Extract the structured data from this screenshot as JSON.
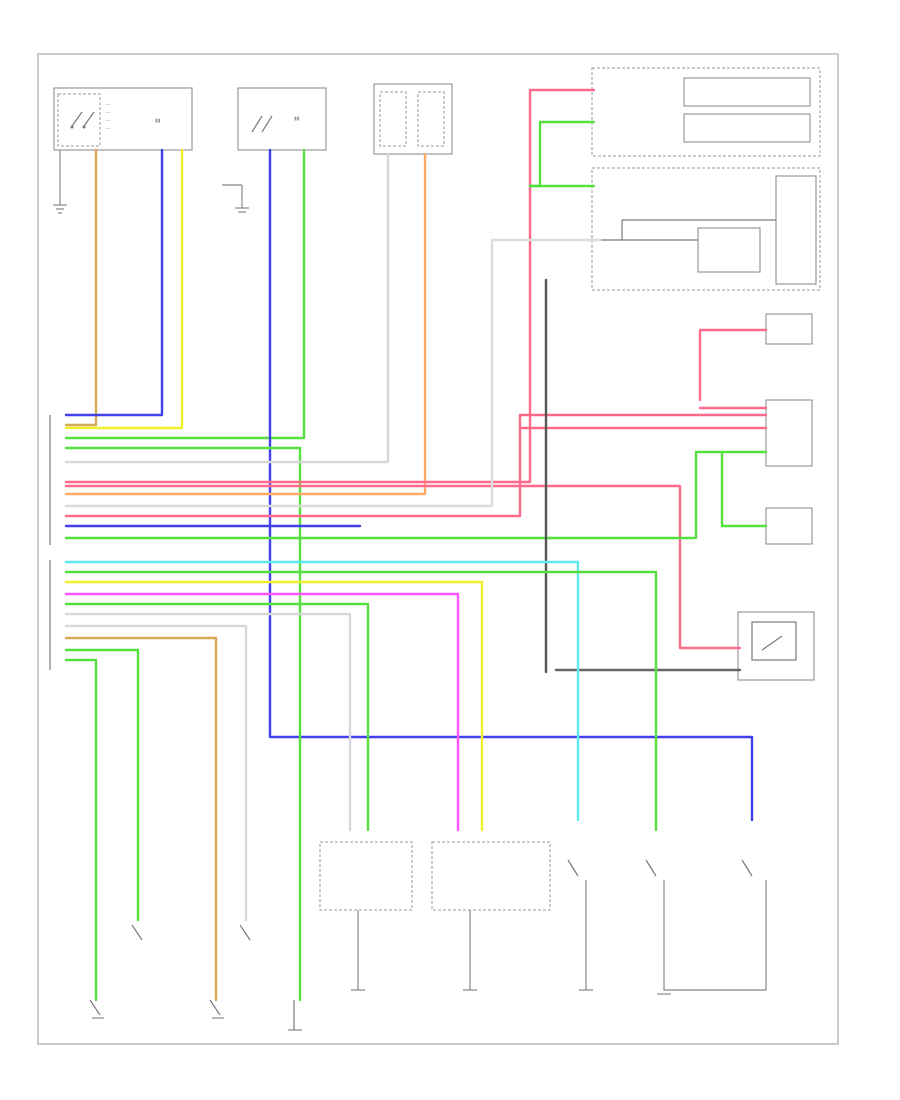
{
  "diagram": {
    "footer_code": "",
    "colors": {
      "red": "#ff6a8a",
      "green": "#55e040",
      "blue": "#4040ee",
      "yellow": "#f2f02a",
      "orange": "#ffaa66",
      "tan": "#d6aa55",
      "cyan": "#5ee8f0",
      "magenta": "#ff55ff",
      "white": "#cfcfcf",
      "gray": "#a0a0a0",
      "black": "#555555"
    },
    "components": [
      {
        "id": "driver-door-lock-switch",
        "text": ""
      },
      {
        "id": "passenger-door-lock-switch",
        "text": ""
      },
      {
        "id": "keyless-receiver",
        "text": ""
      },
      {
        "id": "door-lock-actuators",
        "text": ""
      },
      {
        "id": "body-control-module",
        "text": ""
      },
      {
        "id": "security-indicator",
        "text": ""
      },
      {
        "id": "hood-switch",
        "text": ""
      },
      {
        "id": "trunk-switch",
        "text": ""
      },
      {
        "id": "multiplex-control-unit",
        "text": ""
      }
    ]
  }
}
